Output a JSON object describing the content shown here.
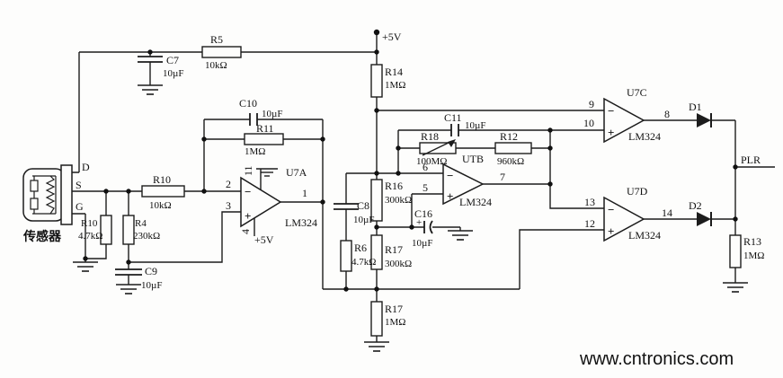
{
  "watermark": {
    "text": "www.cntronics.com",
    "color": "#b9dca0"
  },
  "power": {
    "vcc_label": "+5V",
    "u7a_vcc_label": "+5V",
    "output_label": "PLR"
  },
  "sensor": {
    "name": "传感器",
    "pin_d": "D",
    "pin_s": "S",
    "pin_g": "G"
  },
  "resistors": {
    "r5": {
      "ref": "R5",
      "value": "10kΩ"
    },
    "r10_series": {
      "ref": "R10",
      "value": "10kΩ"
    },
    "r10_bias": {
      "ref": "R10",
      "value": "4.7kΩ"
    },
    "r4": {
      "ref": "R4",
      "value": "230kΩ"
    },
    "r6": {
      "ref": "R6",
      "value": "4.7kΩ"
    },
    "r11": {
      "ref": "R11",
      "value": "1MΩ"
    },
    "r12": {
      "ref": "R12",
      "value": "960kΩ"
    },
    "r13": {
      "ref": "R13",
      "value": "1MΩ"
    },
    "r14": {
      "ref": "R14",
      "value": "1MΩ"
    },
    "r16": {
      "ref": "R16",
      "value": "300kΩ"
    },
    "r17_mid": {
      "ref": "R17",
      "value": "300kΩ"
    },
    "r17_bottom": {
      "ref": "R17",
      "value": "1MΩ"
    },
    "r18": {
      "ref": "R18",
      "value": "100MΩ"
    }
  },
  "capacitors": {
    "c7": {
      "ref": "C7",
      "value": "10µF"
    },
    "c8": {
      "ref": "C8",
      "value": "10µF"
    },
    "c9": {
      "ref": "C9",
      "value": "10µF"
    },
    "c10": {
      "ref": "C10",
      "value": "10µF"
    },
    "c11": {
      "ref": "C11",
      "value": "10µF"
    },
    "c16": {
      "ref": "C16",
      "value": "10µF",
      "polarity": "+"
    }
  },
  "diodes": {
    "d1": {
      "ref": "D1"
    },
    "d2": {
      "ref": "D2"
    }
  },
  "opamps": {
    "u7a": {
      "ref": "U7A",
      "part": "LM324",
      "pin_inverting": "2",
      "pin_noninverting": "3",
      "pin_output": "1",
      "pin_vplus": "4",
      "pin_gnd": "11",
      "minus": "−",
      "plus": "+"
    },
    "utb": {
      "ref": "UTB",
      "part": "LM324",
      "pin_inverting": "6",
      "pin_noninverting": "5",
      "pin_output": "7",
      "minus": "−",
      "plus": "+"
    },
    "u7c": {
      "ref": "U7C",
      "part": "LM324",
      "pin_inverting": "9",
      "pin_noninverting": "10",
      "pin_output": "8",
      "minus": "−",
      "plus": "+"
    },
    "u7d": {
      "ref": "U7D",
      "part": "LM324",
      "pin_inverting": "13",
      "pin_noninverting": "12",
      "pin_output": "14",
      "minus": "−",
      "plus": "+"
    }
  }
}
